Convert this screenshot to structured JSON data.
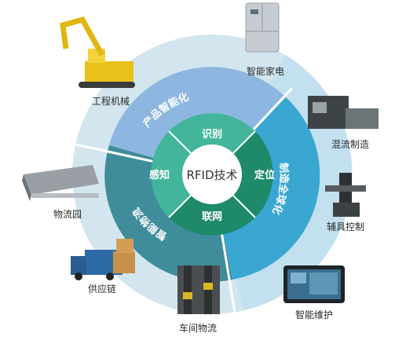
{
  "center": {
    "label": "RFID技术"
  },
  "inner_ring": [
    "识别",
    "定位",
    "联网",
    "感知"
  ],
  "middle_ring": [
    "产品智能化",
    "制造全球化",
    "智能物流"
  ],
  "outer_items": [
    "智能家电",
    "混流制造",
    "辅具控制",
    "智能维护",
    "车间物流",
    "供应链",
    "物流园",
    "工程机械"
  ],
  "colors": {
    "inner_dark": "#1e8a6a",
    "inner_light": "#43b59a",
    "center": "#ffffff",
    "product_band": "#8db7e0",
    "manufacture_band": "#3aa7d2",
    "logistics_band": "#3f8d9a",
    "outer_ring": "#c9e2ee",
    "outer_ring_manufacture": "#cfe8f3",
    "separator": "#ffffff"
  }
}
